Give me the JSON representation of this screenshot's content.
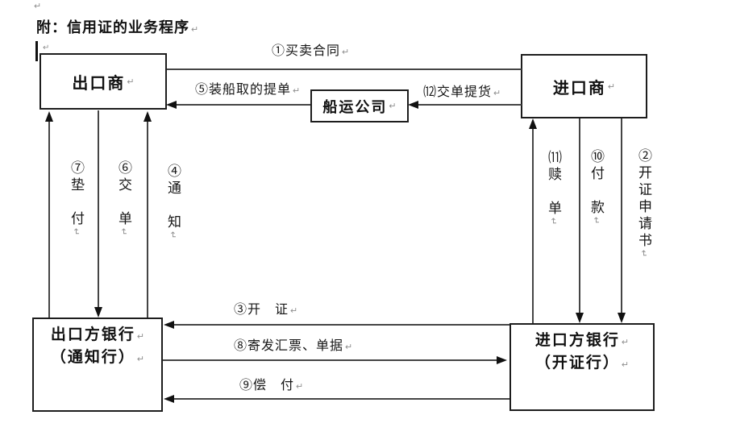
{
  "marks": {
    "pilcrow": "↵"
  },
  "title": "附：信用证的业务程序",
  "nodes": {
    "exporter": "出口商",
    "importer": "进口商",
    "shipping_company": "船运公司",
    "exporter_bank_line1": "出口方银行",
    "exporter_bank_line2": "（通知行）",
    "importer_bank_line1": "进口方银行",
    "importer_bank_line2": "（开证行）"
  },
  "flows": {
    "f1_sales_contract": "①买卖合同",
    "f2_lc_application": "②开证申请书",
    "f3_issue_lc": "③开　证",
    "f4_advise": "④通　知",
    "f5_bill_of_lading": "⑤装船取的提单",
    "f6_present_documents": "⑥交　单",
    "f7_advance_payment": "⑦垫　付",
    "f8_send_draft_documents": "⑧寄发汇票、单据",
    "f9_reimburse": "⑨偿　付",
    "f10_payment": "⑩付　款",
    "f11_redeem_documents": "⑾赎　单",
    "f12_present_docs_take_delivery": "⑿交单提货"
  }
}
